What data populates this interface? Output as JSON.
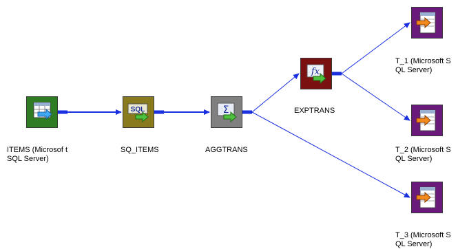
{
  "diagram": {
    "nodes": [
      {
        "id": "items",
        "type": "source",
        "label": "ITEMS (Microsof t\nSQL Server)",
        "color": "#2e7d22"
      },
      {
        "id": "sq_items",
        "type": "source-qualifier",
        "label": "SQ_ITEMS",
        "icon_text": "SQL",
        "color": "#8a7a1e"
      },
      {
        "id": "aggtrans",
        "type": "aggregator",
        "label": "AGGTRANS",
        "icon_text": "Σ",
        "color": "#808080"
      },
      {
        "id": "exptrans",
        "type": "expression",
        "label": "EXPTRANS",
        "icon_text": "fx",
        "color": "#7a1010"
      },
      {
        "id": "t_1",
        "type": "target",
        "label": "T_1 (Microsoft S\nQL Server)",
        "color": "#6a1a7a"
      },
      {
        "id": "t_2",
        "type": "target",
        "label": "T_2 (Microsoft S\nQL Server)",
        "color": "#6a1a7a"
      },
      {
        "id": "t_3",
        "type": "target",
        "label": "T_3 (Microsoft S\nQL Server)",
        "color": "#6a1a7a"
      }
    ],
    "links": [
      {
        "from": "items",
        "to": "sq_items"
      },
      {
        "from": "sq_items",
        "to": "aggtrans"
      },
      {
        "from": "aggtrans",
        "to": "exptrans"
      },
      {
        "from": "aggtrans",
        "to": "t_3"
      },
      {
        "from": "exptrans",
        "to": "t_1"
      },
      {
        "from": "exptrans",
        "to": "t_2"
      }
    ],
    "link_color": "#1a2fe0"
  }
}
